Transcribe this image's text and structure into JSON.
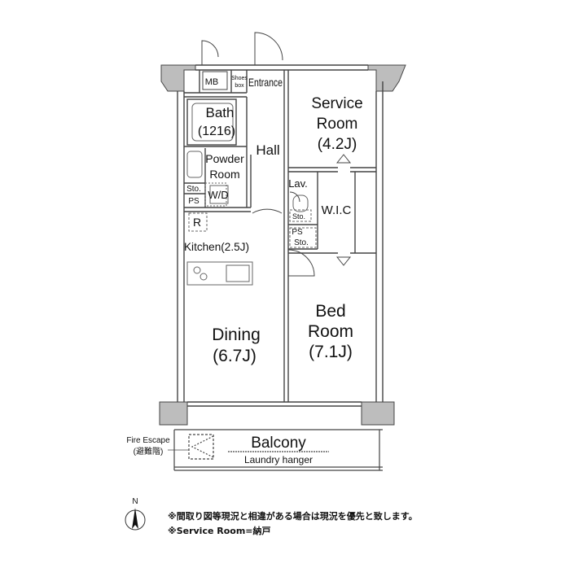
{
  "rooms": {
    "mb": "MB",
    "shoes_box_1": "Shoes",
    "shoes_box_2": "box",
    "entrance": "Entrance",
    "bath_name": "Bath",
    "bath_size": "(1216)",
    "hall": "Hall",
    "service_room_1": "Service",
    "service_room_2": "Room",
    "service_room_3": "(4.2J)",
    "powder_room_1": "Powder",
    "powder_room_2": "Room",
    "wd": "W/D",
    "sto_left": "Sto.",
    "ps_left": "PS",
    "lav": "Lav.",
    "wic": "W.I.C",
    "sto_lav": "Sto.",
    "ps_right": "PS",
    "sto_right": "Sto.",
    "refrigerator": "R",
    "kitchen": "Kitchen(2.5J)",
    "dining_1": "Dining",
    "dining_2": "(6.7J)",
    "bed_room_1": "Bed",
    "bed_room_2": "Room",
    "bed_room_3": "(7.1J)",
    "balcony": "Balcony",
    "laundry_hanger": "Laundry hanger",
    "fire_escape_1": "Fire Escape",
    "fire_escape_2": "(避難階)"
  },
  "compass": {
    "north": "N"
  },
  "notes": [
    "※間取り図等現況と相違がある場合は現況を優先と致します。",
    "※Service Room=納戸"
  ]
}
